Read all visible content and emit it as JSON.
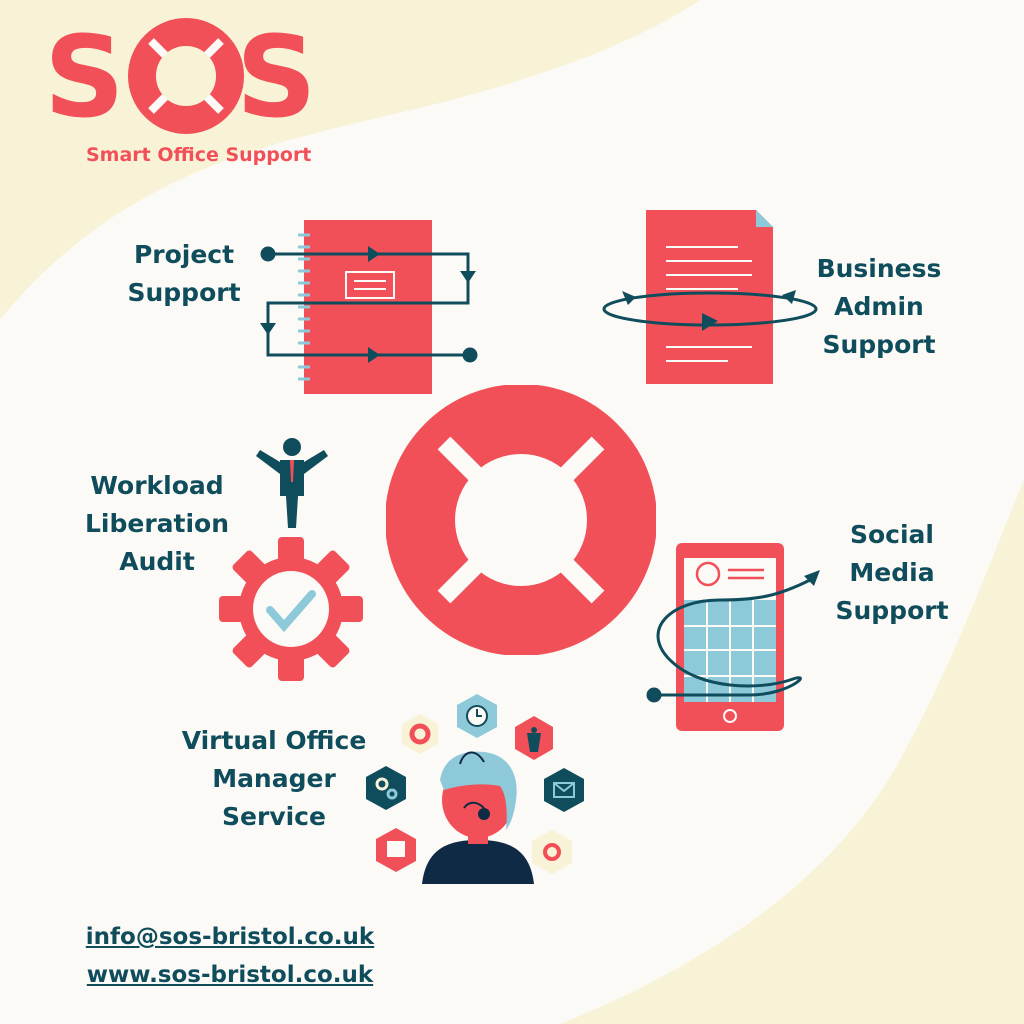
{
  "brand": {
    "logo_text": "SOS",
    "tagline": "Smart Office Support",
    "accent_color": "#f25058",
    "text_color": "#0f4c5c",
    "bg_cream": "#f8f3d6"
  },
  "services": {
    "project_support": {
      "line1": "Project",
      "line2": "Support",
      "icon": "notebook-process-icon"
    },
    "business_admin": {
      "line1": "Business",
      "line2": "Admin",
      "line3": "Support",
      "icon": "document-cycle-icon"
    },
    "workload_audit": {
      "line1": "Workload",
      "line2": "Liberation",
      "line3": "Audit",
      "icon": "gear-check-icon"
    },
    "social_media": {
      "line1": "Social",
      "line2": "Media",
      "line3": "Support",
      "icon": "smartphone-icon"
    },
    "virtual_office": {
      "line1": "Virtual Office",
      "line2": "Manager",
      "line3": "Service",
      "icon": "headset-operator-icon"
    }
  },
  "contact": {
    "email": "info@sos-bristol.co.uk",
    "website": "www.sos-bristol.co.uk"
  }
}
